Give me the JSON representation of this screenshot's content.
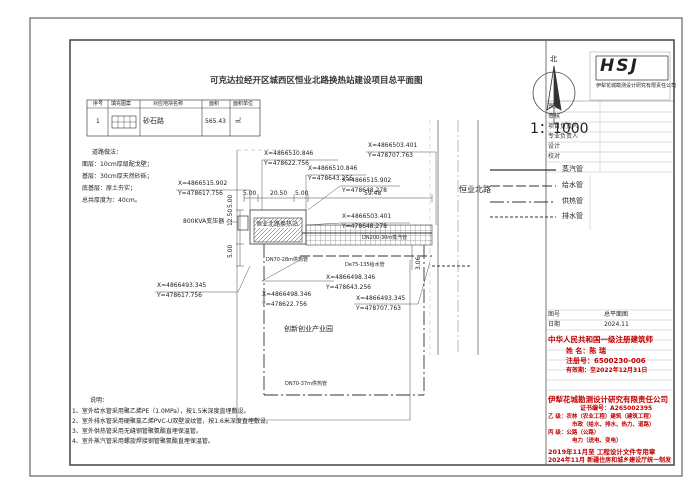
{
  "title": "可克达拉经开区城西区恒业北路换热站建设项目总平面图",
  "north_label": "北",
  "scale": "1：1000",
  "road_name": "恒业北路",
  "park_name": "创新创业产业园",
  "transformer_label": "800KVA变压器",
  "station_label": "恒业北路换热站",
  "table": {
    "headers": [
      "序号",
      "填充图案",
      "对应地块名称",
      "面积",
      "面积单位"
    ],
    "row": {
      "no": "1",
      "name": "砂石路",
      "area": "565.43",
      "unit": "㎡"
    }
  },
  "road_notes": [
    "道路做法：",
    "面层：10cm厚级配戈壁；",
    "基层：30cm厚天然砂砾；",
    "底基层：原土夯实；",
    "总共厚度为：40cm。"
  ],
  "legend": [
    {
      "label": "蒸汽管",
      "color": "#333333"
    },
    {
      "label": "给水管",
      "color": "#333333"
    },
    {
      "label": "供热管",
      "color": "#333333"
    },
    {
      "label": "排水管",
      "color": "#333333"
    }
  ],
  "coords": [
    {
      "x": "X=4866510.846",
      "y": "Y=478622.756"
    },
    {
      "x": "X=4866510.846",
      "y": "Y=478643.256"
    },
    {
      "x": "X=4866503.401",
      "y": "Y=478707.763"
    },
    {
      "x": "X=4866515.902",
      "y": "Y=478617.756"
    },
    {
      "x": "X=4866515.902",
      "y": "Y=478648.278"
    },
    {
      "x": "X=4866503.401",
      "y": "Y=478648.278"
    },
    {
      "x": "X=4866493.345",
      "y": "Y=478617.756"
    },
    {
      "x": "X=4866498.346",
      "y": "Y=478622.756"
    },
    {
      "x": "X=4866498.346",
      "y": "Y=478643.256"
    },
    {
      "x": "X=4866493.345",
      "y": "Y=478707.763"
    }
  ],
  "dims": [
    "5.00",
    "20.50",
    "5.00",
    "59.48",
    "12.50",
    "5.00",
    "5.00",
    "3.06"
  ],
  "pipe_labels": [
    "De75-135给水管",
    "DN70-28m供热管",
    "DN70-37m供热管",
    "DN200-30m蒸汽管"
  ],
  "notes": [
    "说明：",
    "1、室外给水管采用聚乙烯PE（1.0MPa），按1.5米深度直埋敷设。",
    "2、室外排水管采用硬聚氯乙烯PVC-U双壁波纹管，按1.6米深度直埋敷设。",
    "3、室外供热管采用无缝钢管聚氨酯直埋保温管。",
    "4、室外蒸汽管采用螺旋焊接钢管聚氨酯直埋保温管。"
  ],
  "company_panel": {
    "logo_caption": "伊犁花城勘测设计研究有限责任公司",
    "rows": [
      "审定",
      "审核",
      "项目负责人",
      "专业负责人",
      "设计",
      "校对",
      "图号",
      "日期"
    ],
    "rows_values": [
      "",
      "",
      "",
      "",
      "",
      "",
      "总平面图",
      "2024.11"
    ]
  },
  "stamp_architect": {
    "line1": "中华人民共和国一级注册建筑师",
    "name": "姓 名：陈 瑞",
    "number": "注册号：6500230-006",
    "validity": "有效期：至2022年12月31日"
  },
  "stamp_company": {
    "name": "伊犁花城勘测设计研究有限责任公司",
    "cert": "证书编号：A265002395",
    "lines": [
      "乙 级：农林（农业工程）建筑（建筑工程）",
      "市政（给水、排水、热力、道路）",
      "丙 级：公路（公路）",
      "电力（送电、变电）"
    ]
  },
  "stamp_review": {
    "line1": "2019年11月至 工程设计文件专用章",
    "line2": "2024年11月 新疆住房和城乡建设厅统一制发"
  }
}
